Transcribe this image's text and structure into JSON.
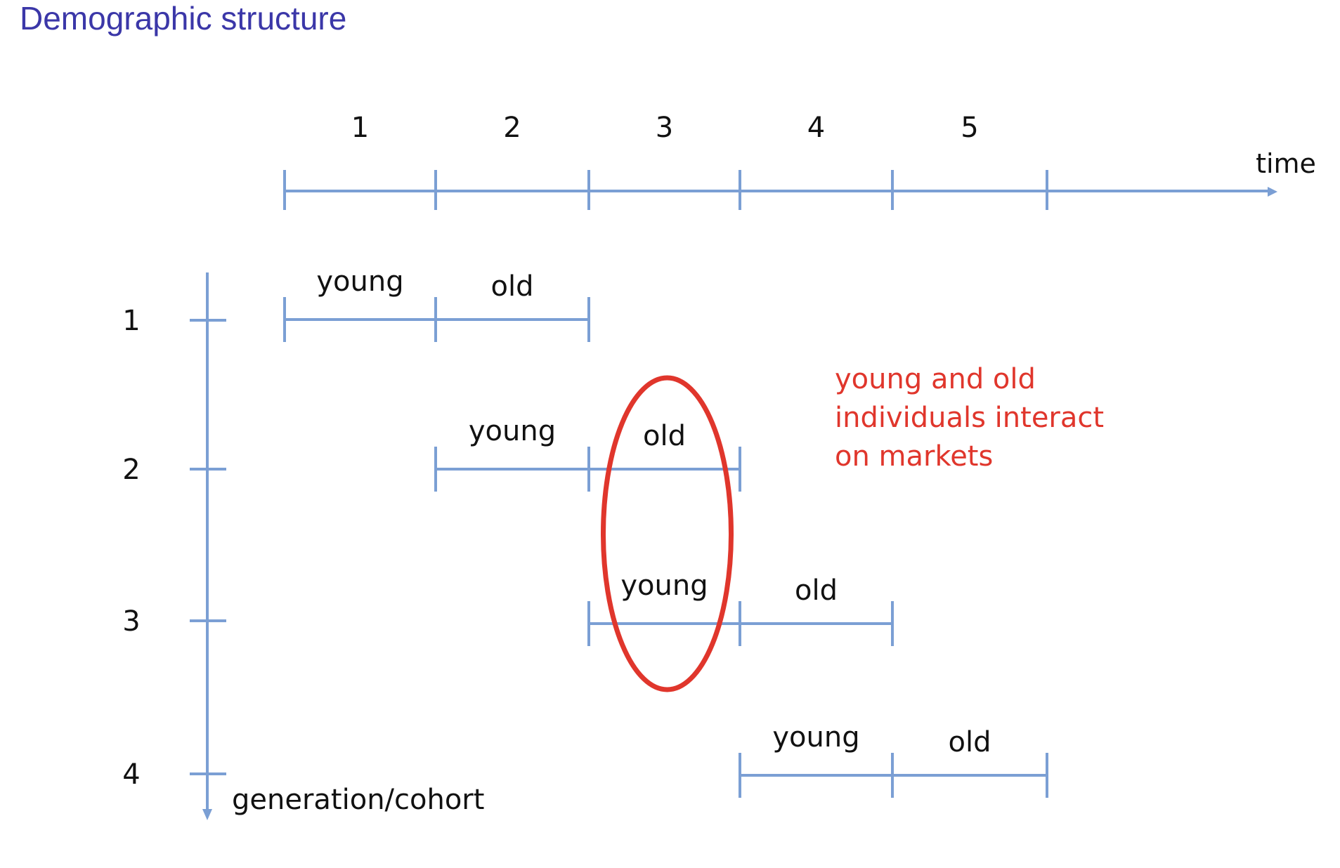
{
  "title": "Demographic structure",
  "colors": {
    "axis": "#7b9fd4",
    "highlight": "#e0362c",
    "title": "#3b37a8",
    "text": "#111111"
  },
  "time_axis": {
    "label": "time",
    "periods": [
      "1",
      "2",
      "3",
      "4",
      "5"
    ]
  },
  "generation_axis": {
    "label": "generation/cohort",
    "generations": [
      "1",
      "2",
      "3",
      "4"
    ]
  },
  "cohorts": [
    {
      "generation": "1",
      "young_label": "young",
      "old_label": "old",
      "young_period": 1,
      "old_period": 2
    },
    {
      "generation": "2",
      "young_label": "young",
      "old_label": "old",
      "young_period": 2,
      "old_period": 3
    },
    {
      "generation": "3",
      "young_label": "young",
      "old_label": "old",
      "young_period": 3,
      "old_period": 4
    },
    {
      "generation": "4",
      "young_label": "young",
      "old_label": "old",
      "young_period": 4,
      "old_period": 5
    }
  ],
  "highlight": {
    "period": 3,
    "note_lines": [
      "young and old",
      "individuals interact",
      "on markets"
    ]
  }
}
